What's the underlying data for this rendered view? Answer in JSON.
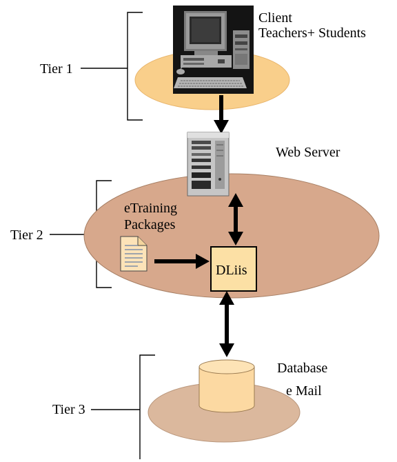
{
  "tiers": {
    "tier1": "Tier 1",
    "tier2": "Tier 2",
    "tier3": "Tier 3"
  },
  "client": {
    "title": "Client",
    "subtitle": "Teachers+ Students"
  },
  "web_server": "Web Server",
  "etraining": {
    "line1": "eTraining",
    "line2": "Packages"
  },
  "dliis": "DLiis",
  "database": "Database",
  "email": "e Mail",
  "colors": {
    "tier1_disc": "#F9CF8B",
    "tier2_disc": "#D7A88C",
    "tier3_disc": "#DBB89D",
    "cylinder": "#FCD9A2",
    "dliis_box": "#FCE0A5",
    "arrow": "#000000"
  },
  "icons": {
    "client": "computer-icon",
    "server": "server-tower-icon",
    "package": "document-icon"
  }
}
